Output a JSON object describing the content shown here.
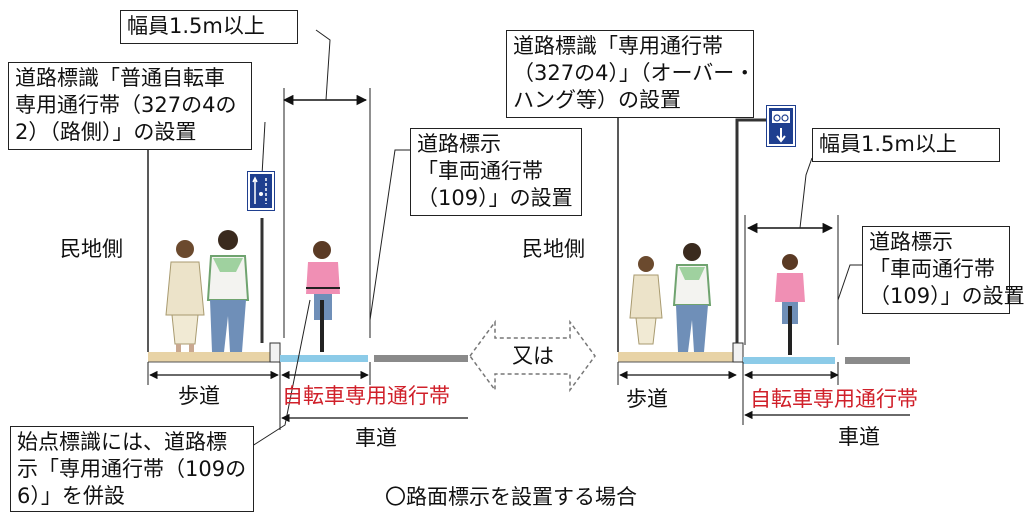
{
  "left": {
    "callout_width": "幅員1.5m以上",
    "callout_sign": [
      "道路標識「普通自転車",
      "専用通行帯（327の4の",
      "2）（路側）」の設置"
    ],
    "callout_marking": [
      "道路標示",
      "「車両通行帯",
      "（109）」の設置"
    ],
    "callout_start": [
      "始点標識には、道路標",
      "示「専用通行帯（109の",
      "6）」を併設"
    ],
    "label_private": "民地側",
    "label_sidewalk": "歩道",
    "label_lane": "自転車専用通行帯",
    "label_road": "車道"
  },
  "center": {
    "label_or": "又は"
  },
  "right": {
    "callout_sign": [
      "道路標識「専用通行帯",
      "（327の4）」（オーバー・",
      "ハング等）の設置"
    ],
    "callout_width": "幅員1.5m以上",
    "callout_marking": [
      "道路標示",
      "「車両通行帯",
      "（109）」の設置"
    ],
    "label_private": "民地側",
    "label_sidewalk": "歩道",
    "label_lane": "自転車専用通行帯",
    "label_road": "車道"
  },
  "caption": "〇路面標示を設置する場合",
  "colors": {
    "lane": "#8ccbe8",
    "road": "#8a8a8a",
    "sidewalk": "#e8d3a6",
    "text_red": "#d0202a",
    "sign": "#1f3f8f"
  }
}
